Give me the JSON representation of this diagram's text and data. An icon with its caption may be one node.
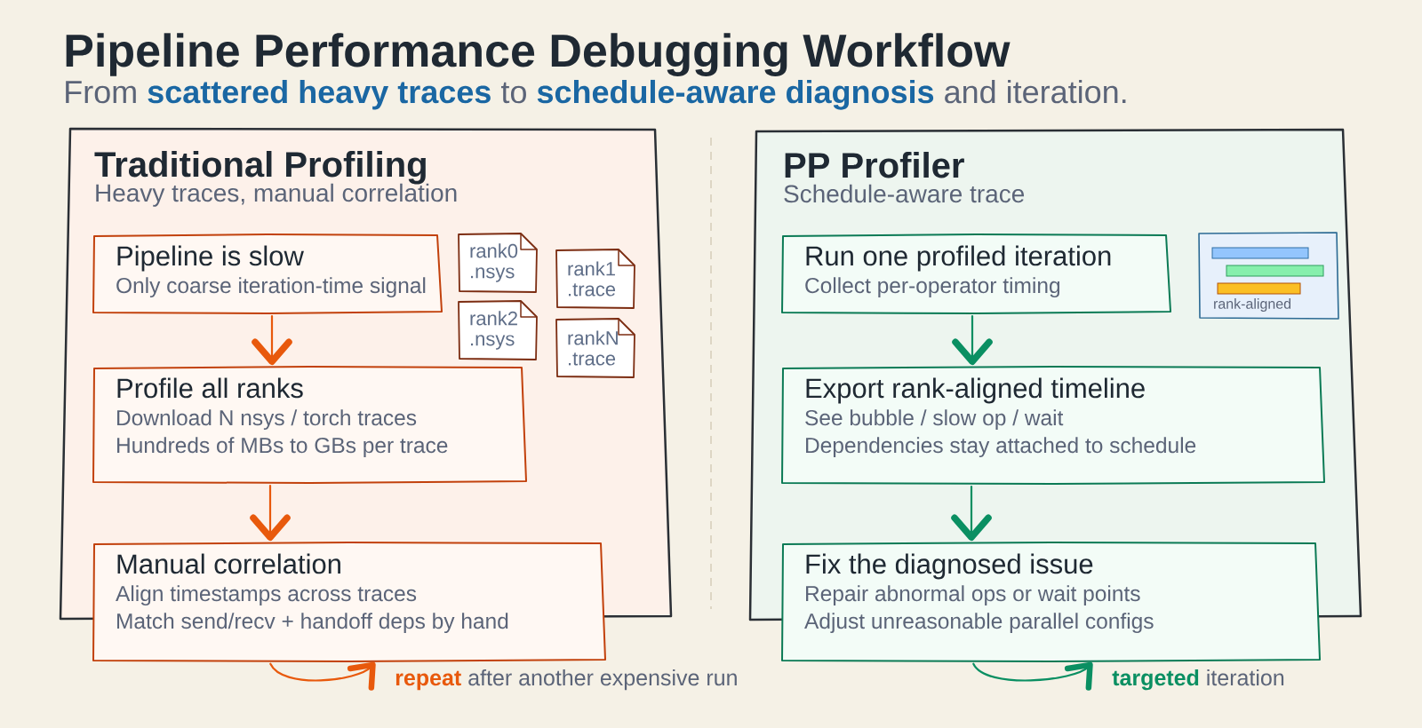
{
  "diagram": {
    "title": "Pipeline Performance Debugging Workflow",
    "nodes": [
      {
        "text": [
          "Traditional Profiling",
          "Heavy traces, manual correlation"
        ]
      },
      {
        "text": [
          "Pipeline is slow",
          "Only coarse iteration-time signal"
        ],
        "in": 0
      },
      {
        "text": [
          "rank0 .nsys"
        ],
        "in": 0
      },
      {
        "text": [
          "rank1 .trace"
        ],
        "in": 0
      },
      {
        "text": [
          "rank2 .nsys"
        ],
        "in": 0
      },
      {
        "text": [
          "rankN .trace"
        ],
        "in": 0
      },
      {
        "text": [
          "Profile all ranks",
          "Download N nsys / torch traces",
          "Hundreds of MBs to GBs per trace"
        ],
        "in": 0
      },
      {
        "text": [
          "Manual correlation",
          "Align timestamps across traces",
          "Match send/recv + handoff deps by hand"
        ]
      },
      {
        "text": [
          "PP Profiler",
          "Schedule-aware trace"
        ]
      },
      {
        "text": [
          "Run one profiled iteration",
          "Collect per-operator timing"
        ],
        "in": 8
      },
      {
        "text": [
          "rank-aligned"
        ],
        "in": 8
      },
      {
        "text": [
          "Export rank-aligned timeline",
          "See bubble / slow op / wait",
          "Dependencies stay attached to schedule"
        ],
        "in": 8
      },
      {
        "text": [
          "Fix the diagnosed issue",
          "Repair abnormal ops or wait points",
          "Adjust unreasonable parallel configs"
        ]
      }
    ],
    "edges": [
      {
        "from": 1,
        "to": 6,
        "arrow": "to",
        "color": "#e8590c"
      },
      {
        "from": 6,
        "to": 7,
        "arrow": "to",
        "color": "#e8590c"
      },
      {
        "from": 7,
        "to": 7,
        "arrow": "to",
        "color": "#e8590c",
        "label": "**repeat** after another expensive run"
      },
      {
        "from": 9,
        "to": 11,
        "arrow": "to",
        "color": "#0a8f62"
      },
      {
        "from": 11,
        "to": 12,
        "arrow": "to",
        "color": "#0a8f62"
      },
      {
        "from": 12,
        "to": 12,
        "arrow": "to",
        "color": "#0a8f62",
        "label": "**targeted** iteration"
      }
    ],
    "labels": [
      "From **scattered heavy traces** to **schedule-aware diagnosis** and iteration."
    ]
  }
}
